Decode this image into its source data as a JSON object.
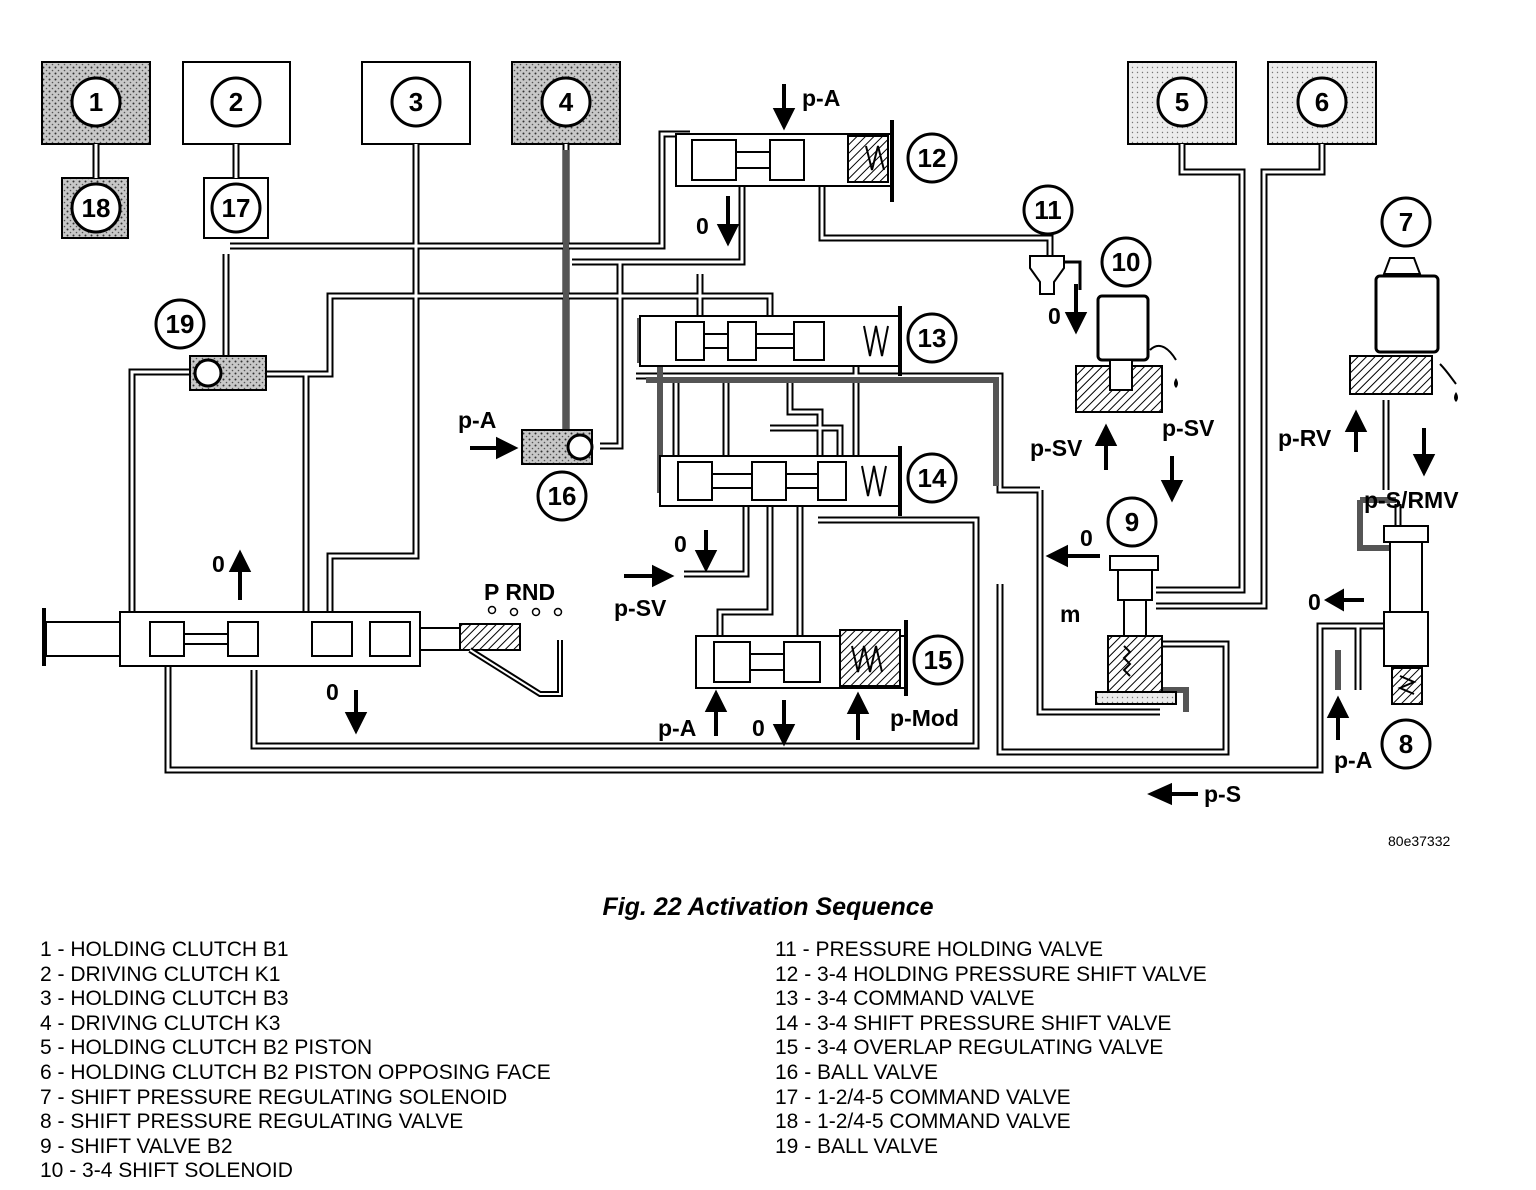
{
  "components": [
    {
      "n": "1",
      "label": "HOLDING CLUTCH B1"
    },
    {
      "n": "2",
      "label": "DRIVING CLUTCH K1"
    },
    {
      "n": "3",
      "label": "HOLDING CLUTCH B3"
    },
    {
      "n": "4",
      "label": "DRIVING CLUTCH K3"
    },
    {
      "n": "5",
      "label": "HOLDING CLUTCH B2 PISTON"
    },
    {
      "n": "6",
      "label": "HOLDING CLUTCH B2 PISTON OPPOSING FACE"
    },
    {
      "n": "7",
      "label": "SHIFT PRESSURE REGULATING SOLENOID"
    },
    {
      "n": "8",
      "label": "SHIFT PRESSURE REGULATING VALVE"
    },
    {
      "n": "9",
      "label": "SHIFT VALVE B2"
    },
    {
      "n": "10",
      "label": "3-4 SHIFT SOLENOID"
    },
    {
      "n": "11",
      "label": "PRESSURE HOLDING VALVE"
    },
    {
      "n": "12",
      "label": "3-4 HOLDING PRESSURE SHIFT VALVE"
    },
    {
      "n": "13",
      "label": "3-4 COMMAND VALVE"
    },
    {
      "n": "14",
      "label": "3-4 SHIFT PRESSURE SHIFT VALVE"
    },
    {
      "n": "15",
      "label": "3-4 OVERLAP REGULATING VALVE"
    },
    {
      "n": "16",
      "label": "BALL VALVE"
    },
    {
      "n": "17",
      "label": "1-2/4-5 COMMAND VALVE"
    },
    {
      "n": "18",
      "label": "1-2/4-5 COMMAND VALVE"
    },
    {
      "n": "19",
      "label": "BALL VALVE"
    }
  ],
  "pressure_labels": {
    "p_a": "p-A",
    "p_sv": "p-SV",
    "p_rv": "p-RV",
    "p_s_rmv": "p-S/RMV",
    "p_mod": "p-Mod",
    "p_s": "p-S",
    "zero": "0",
    "m": "m",
    "selector": "P RND"
  },
  "figure_ref": "80e37332",
  "caption": "Fig. 22 Activation Sequence"
}
